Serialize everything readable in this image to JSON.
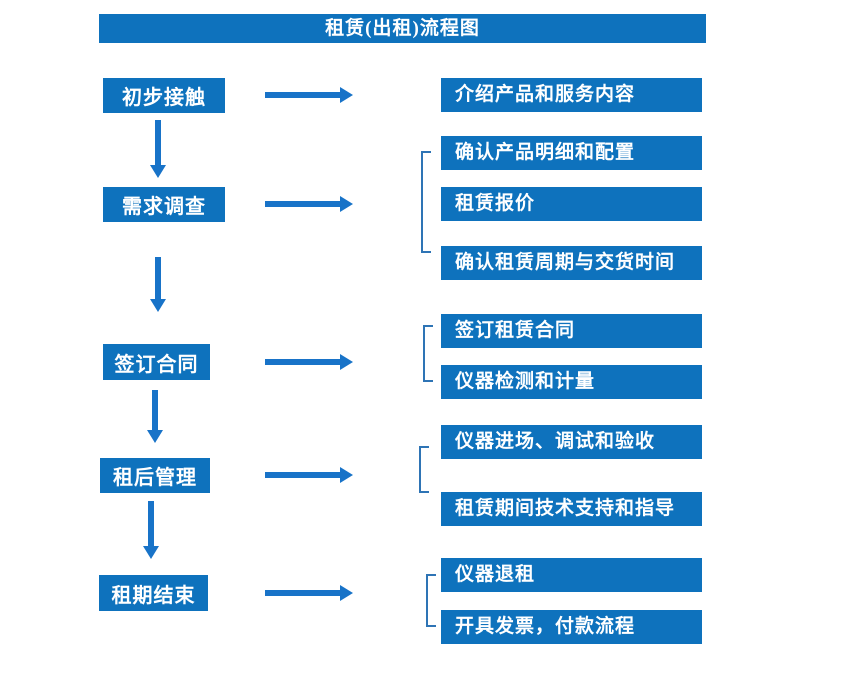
{
  "title": "租赁(出租)流程图",
  "colors": {
    "box_blue": "#0e72bd",
    "arrow_blue": "#1873c8",
    "bracket_blue": "#2e74b5",
    "text_white": "#ffffff"
  },
  "flow": [
    {
      "step": "初步接触",
      "details": [
        "介绍产品和服务内容"
      ]
    },
    {
      "step": "需求调查",
      "details": [
        "确认产品明细和配置",
        "租赁报价",
        "确认租赁周期与交货时间"
      ]
    },
    {
      "step": "签订合同",
      "details": [
        "签订租赁合同",
        "仪器检测和计量"
      ]
    },
    {
      "step": "租后管理",
      "details": [
        "仪器进场、调试和验收",
        "租赁期间技术支持和指导"
      ]
    },
    {
      "step": "租期结束",
      "details": [
        "仪器退租",
        "开具发票，付款流程"
      ]
    }
  ]
}
